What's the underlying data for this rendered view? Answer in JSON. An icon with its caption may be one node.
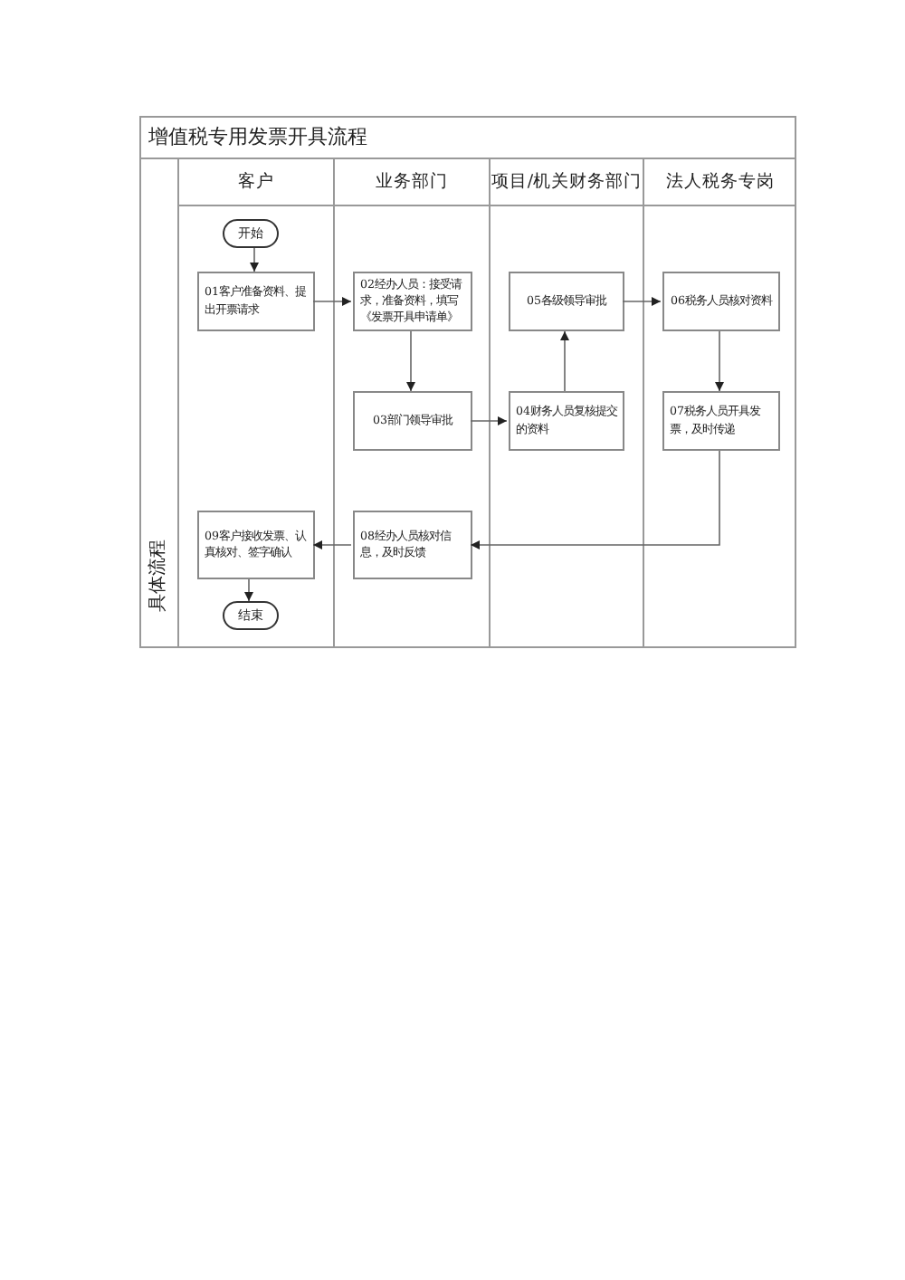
{
  "diagram": {
    "title": "增值税专用发票开具流程",
    "nodes": [
      {
        "text": [
          "客户"
        ]
      },
      {
        "text": [
          "业务部门"
        ]
      },
      {
        "text": [
          "项目/机关财务部门"
        ]
      },
      {
        "text": [
          "法人税务专岗"
        ]
      },
      {
        "text": [
          "开始"
        ],
        "in": 0
      },
      {
        "text": [
          "01客户准备资料、提出开票请求"
        ],
        "in": 0
      },
      {
        "text": [
          "02经办人员：接受请求，准备资料，填写《发票开具申请单》"
        ],
        "in": 1
      },
      {
        "text": [
          "03部门领导审批"
        ],
        "in": 1
      },
      {
        "text": [
          "04财务人员复核提交的资料"
        ],
        "in": 2
      },
      {
        "text": [
          "05各级领导审批"
        ],
        "in": 2
      },
      {
        "text": [
          "06税务人员核对资料"
        ],
        "in": 3
      },
      {
        "text": [
          "07税务人员开具发票，及时传递"
        ],
        "in": 3
      },
      {
        "text": [
          "08经办人员核对信息，及时反馈"
        ],
        "in": 1
      },
      {
        "text": [
          "09客户接收发票、认真核对、签字确认"
        ],
        "in": 0
      },
      {
        "text": [
          "结束"
        ],
        "in": 0
      }
    ],
    "edges": [
      {
        "from": 4,
        "to": 5,
        "arrow": "to"
      },
      {
        "from": 5,
        "to": 6,
        "arrow": "to"
      },
      {
        "from": 6,
        "to": 7,
        "arrow": "to"
      },
      {
        "from": 7,
        "to": 8,
        "arrow": "to"
      },
      {
        "from": 8,
        "to": 9,
        "arrow": "to"
      },
      {
        "from": 9,
        "to": 10,
        "arrow": "to"
      },
      {
        "from": 10,
        "to": 11,
        "arrow": "to"
      },
      {
        "from": 11,
        "to": 12,
        "arrow": "to"
      },
      {
        "from": 12,
        "to": 13,
        "arrow": "to"
      },
      {
        "from": 13,
        "to": 14,
        "arrow": "to"
      }
    ],
    "labels": [
      "具体流程"
    ]
  }
}
